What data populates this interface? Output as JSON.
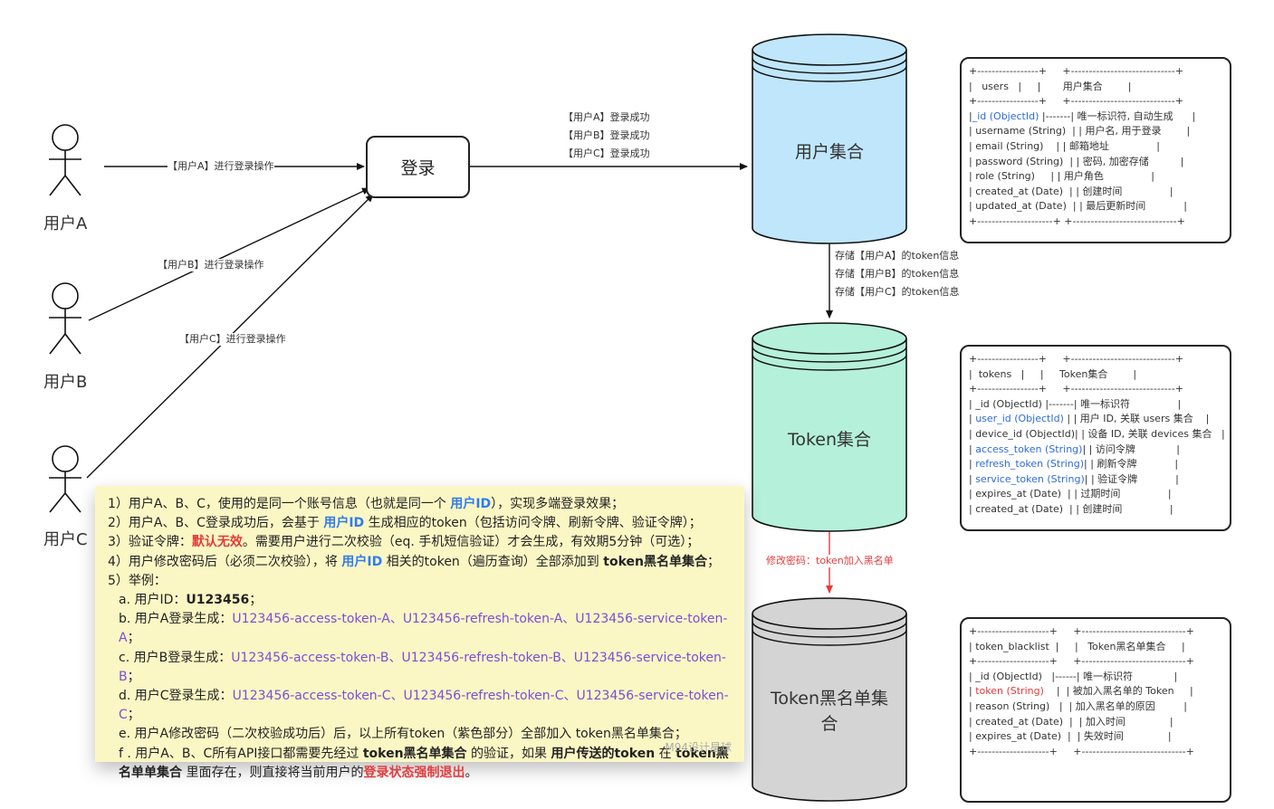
{
  "actors": [
    "用户A",
    "用户B",
    "用户C"
  ],
  "login": "登录",
  "edge_labels": {
    "a_login": "【用户A】进行登录操作",
    "b_login": "【用户B】进行登录操作",
    "c_login": "【用户C】进行登录操作",
    "login_success": [
      "【用户A】登录成功",
      "【用户B】登录成功",
      "【用户C】登录成功"
    ],
    "store_token": [
      "存储【用户A】的token信息",
      "存储【用户B】的token信息",
      "存储【用户C】的token信息"
    ],
    "blacklist": "修改密码：token加入黑名单"
  },
  "databases": {
    "users": "用户集合",
    "tokens": "Token集合",
    "blacklist": "Token黑名单集合"
  },
  "colors": {
    "users_db": "#bfe6fb",
    "tokens_db": "#b5f0db",
    "blacklist_db": "#d4d4d4",
    "note_bg": "#fbf7c4",
    "highlight_blue": "#2f6bd8",
    "highlight_red": "#e03a3a",
    "token_purple": "#7c4dd8"
  },
  "schemas": {
    "users": [
      "+-----------------+     +-----------------------------+",
      "|   users   |     |       用户集合        |",
      "+-----------------+     +-----------------------------+",
      "|_id (ObjectId) |-------| 唯一标识符, 自动生成      |",
      "| username (String)  | | 用户名, 用于登录        |",
      "| email (String)    | | 邮箱地址               |",
      "| password (String)  | | 密码, 加密存储          |",
      "| role (String)     | | 用户角色               |",
      "| created_at (Date)  | | 创建时间               |",
      "| updated_at (Date)  | | 最后更新时间            |",
      "+---------------------+ +-----------------------------+"
    ],
    "tokens": [
      "+-----------------+     +-----------------------------+",
      "|  tokens   |     |     Token集合        |",
      "+-----------------+     +-----------------------------+",
      "| _id (ObjectId) |-------| 唯一标识符               |",
      "| user_id (ObjectId) | | 用户 ID, 关联 users 集合    |",
      "| device_id (ObjectId)| | 设备 ID, 关联 devices 集合   |",
      "| access_token (String)| | 访问令牌             |",
      "| refresh_token (String)| | 刷新令牌            |",
      "| service_token (String)| | 验证令牌            |",
      "| expires_at (Date)  | | 过期时间               |",
      "| created_at (Date)  | | 创建时间               |"
    ],
    "blacklist": [
      "+--------------------+     +-----------------------------+",
      "| token_blacklist  |     |   Token黑名单集合     |",
      "+--------------------+     +-----------------------------+",
      "| _id (ObjectId)   |------| 唯一标识符             |",
      "| token (String)    |  | 被加入黑名单的 Token     |",
      "| reason (String)   |  | 加入黑名单的原因         |",
      "| created_at (Date)  |  | 加入时间              |",
      "| expires_at (Date)  |  | 失效时间              |",
      "+--------------------+     +-----------------------------+"
    ]
  },
  "schema_highlights": {
    "users": [
      "_id (ObjectId)"
    ],
    "tokens": [
      "user_id (ObjectId)",
      "access_token (String)",
      "refresh_token (String)",
      "service_token (String)"
    ],
    "blacklist_red": [
      "token (String)"
    ]
  },
  "note": {
    "l1": [
      "1）用户A、B、C，使用的是同一个账号信息（也就是同一个 ",
      "用户ID",
      "），实现多端登录效果；"
    ],
    "l2": [
      "2）用户A、B、C登录成功后，会基于 ",
      "用户ID",
      " 生成相应的token（包括访问令牌、刷新令牌、验证令牌）；"
    ],
    "l3": [
      "3）验证令牌：",
      "默认无效",
      "。需要用户进行二次校验（eq. 手机短信验证）才会生成，有效期5分钟（可选）；"
    ],
    "l4": [
      "4）用户修改密码后（必须二次校验），将 ",
      "用户ID",
      " 相关的token（遍历查询）全部添加到 ",
      "token黑名单集合",
      "；"
    ],
    "l5": "5）举例：",
    "la": [
      "a. 用户ID：",
      "U123456",
      "；"
    ],
    "lb": [
      "b. 用户A登录生成：",
      "U123456-access-token-A、U123456-refresh-token-A、U123456-service-token-A",
      "；"
    ],
    "lc": [
      "c. 用户B登录生成：",
      "U123456-access-token-B、U123456-refresh-token-B、U123456-service-token-B",
      "；"
    ],
    "ld": [
      "d. 用户C登录生成：",
      "U123456-access-token-C、U123456-refresh-token-C、U123456-service-token-C",
      "；"
    ],
    "le": "e. 用户A修改密码（二次校验成功后）后，以上所有token（紫色部分）全部加入 token黑名单集合；",
    "lf": [
      "f . 用户A、B、C所有API接口都需要先经过 ",
      "token黑名单集合",
      " 的验证，如果 ",
      "用户传送的token",
      " 在 ",
      "token黑名单单集合",
      " 里面存在，则直接将当前用户的",
      "登录状态强制退出",
      "。"
    ],
    "watermark": "M94设计星球"
  }
}
